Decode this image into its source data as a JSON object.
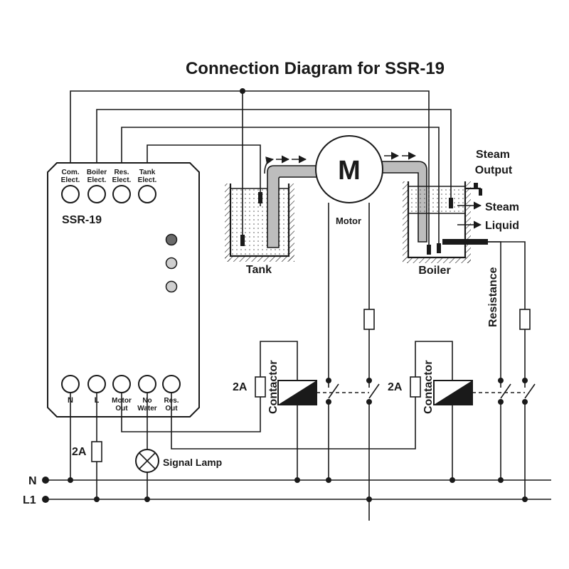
{
  "title": "Connection Diagram for SSR-19",
  "device": {
    "name": "SSR-19",
    "top_terminals": [
      {
        "line1": "Com.",
        "line2": "Elect."
      },
      {
        "line1": "Boiler",
        "line2": "Elect."
      },
      {
        "line1": "Res.",
        "line2": "Elect."
      },
      {
        "line1": "Tank",
        "line2": "Elect."
      }
    ],
    "bottom_terminals": [
      {
        "line1": "N",
        "line2": ""
      },
      {
        "line1": "L",
        "line2": ""
      },
      {
        "line1": "Motor",
        "line2": "Out"
      },
      {
        "line1": "No",
        "line2": "Water"
      },
      {
        "line1": "Res.",
        "line2": "Out"
      }
    ]
  },
  "labels": {
    "motor_symbol": "M",
    "motor": "Motor",
    "tank": "Tank",
    "boiler": "Boiler",
    "steam_output_1": "Steam",
    "steam_output_2": "Output",
    "steam": "Steam",
    "liquid": "Liquid",
    "resistance": "Resistance",
    "contactor": "Contactor",
    "fuse_2a": "2A",
    "signal_lamp": "Signal Lamp",
    "line_n": "N",
    "line_l1": "L1"
  }
}
